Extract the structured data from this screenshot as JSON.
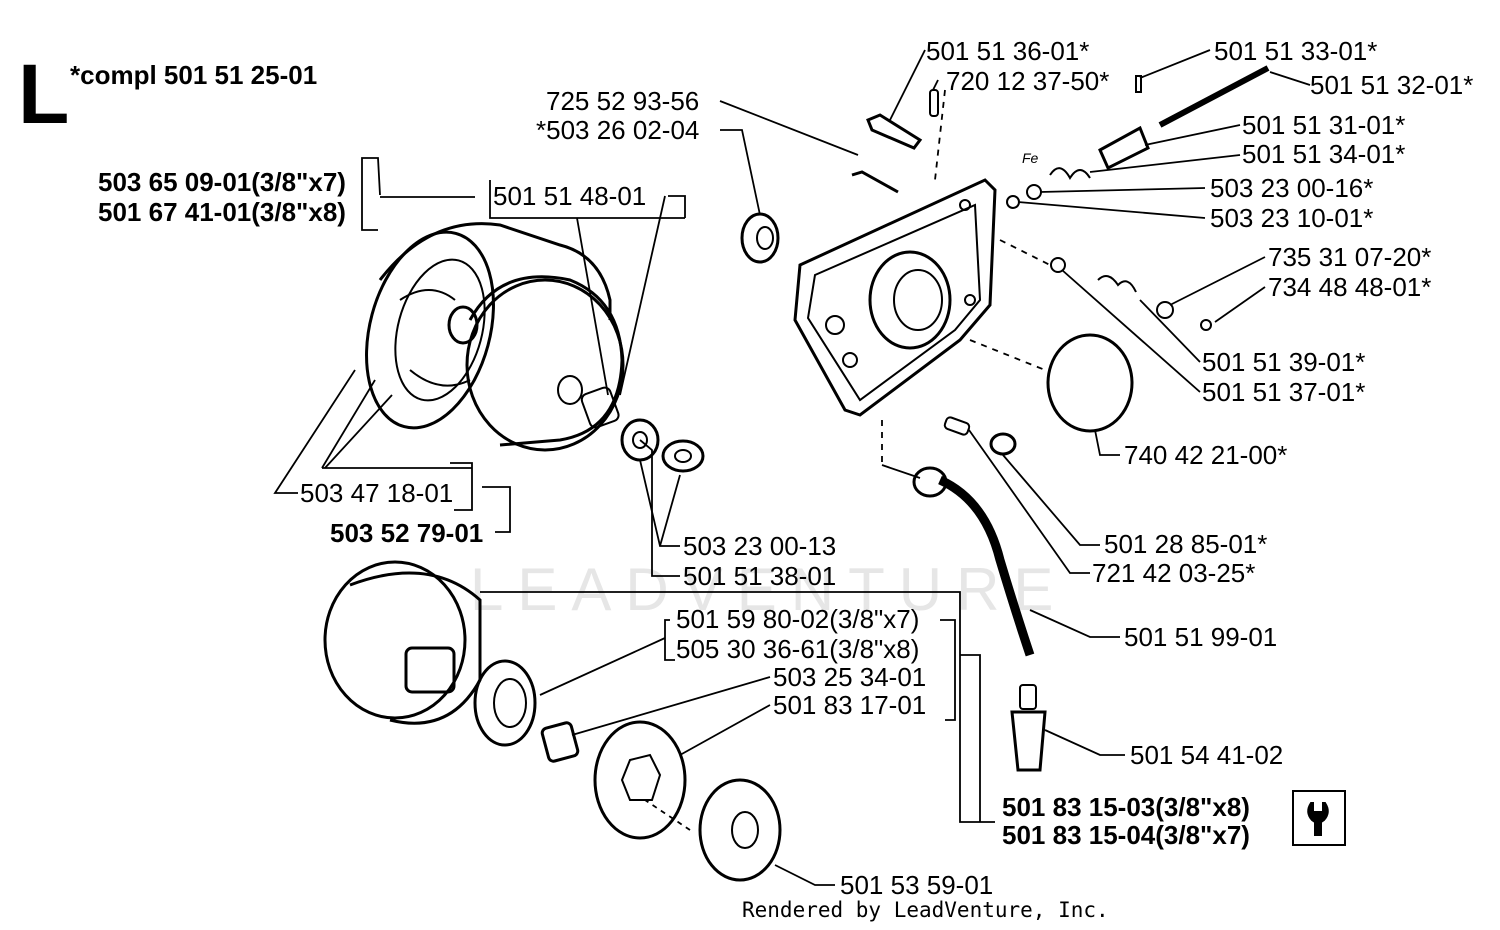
{
  "header": {
    "section_letter": "L",
    "compl_label": "*compl 501 51 25-01"
  },
  "footer": {
    "credit": "Rendered by LeadVenture, Inc."
  },
  "watermark": {
    "text": "LEADVENTURE"
  },
  "part_labels": [
    {
      "id": "p1",
      "text": "501 51 36-01*"
    },
    {
      "id": "p2",
      "text": "720 12 37-50*"
    },
    {
      "id": "p3",
      "text": "501 51 33-01*"
    },
    {
      "id": "p4",
      "text": "501 51 32-01*"
    },
    {
      "id": "p5",
      "text": "725 52 93-56"
    },
    {
      "id": "p6",
      "text": "*503 26 02-04"
    },
    {
      "id": "p7",
      "text": "501 51 31-01*"
    },
    {
      "id": "p8",
      "text": "501 51 34-01*"
    },
    {
      "id": "p9",
      "text": "503 23 00-16*"
    },
    {
      "id": "p10",
      "text": "503 23 10-01*"
    },
    {
      "id": "p11",
      "text": "503 65 09-01(3/8\"x7)"
    },
    {
      "id": "p12",
      "text": "501 67 41-01(3/8\"x8)"
    },
    {
      "id": "p13",
      "text": "501 51 48-01"
    },
    {
      "id": "p14",
      "text": "735 31 07-20*"
    },
    {
      "id": "p15",
      "text": "734 48 48-01*"
    },
    {
      "id": "p16",
      "text": "501 51 39-01*"
    },
    {
      "id": "p17",
      "text": "501 51 37-01*"
    },
    {
      "id": "p18",
      "text": "740 42 21-00*"
    },
    {
      "id": "p19",
      "text": "503 47 18-01"
    },
    {
      "id": "p20",
      "text": "503 52 79-01"
    },
    {
      "id": "p21",
      "text": "503 23 00-13"
    },
    {
      "id": "p22",
      "text": "501 51 38-01"
    },
    {
      "id": "p23",
      "text": "501 28 85-01*"
    },
    {
      "id": "p24",
      "text": "721 42 03-25*"
    },
    {
      "id": "p25",
      "text": "501 51 99-01"
    },
    {
      "id": "p26",
      "text": "501 59 80-02(3/8\"x7)"
    },
    {
      "id": "p27",
      "text": "505 30 36-61(3/8\"x8)"
    },
    {
      "id": "p28",
      "text": "503 25 34-01"
    },
    {
      "id": "p29",
      "text": "501 83 17-01"
    },
    {
      "id": "p30",
      "text": "501 54 41-02"
    },
    {
      "id": "p31",
      "text": "501 83 15-03(3/8\"x8)"
    },
    {
      "id": "p32",
      "text": "501 83 15-04(3/8\"x7)"
    },
    {
      "id": "p33",
      "text": "501 53 59-01"
    }
  ],
  "annotations": {
    "fe_mark": "Fe"
  },
  "icons": {
    "tool": "wrench-icon"
  }
}
